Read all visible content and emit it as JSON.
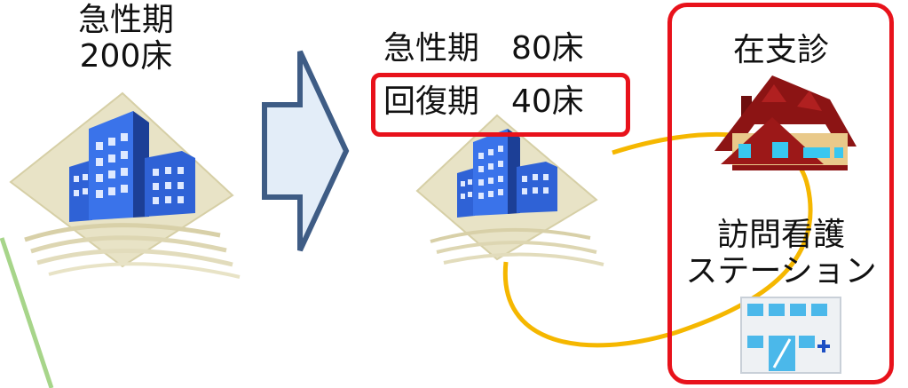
{
  "before": {
    "line1": "急性期",
    "line2": "200床"
  },
  "after": {
    "acute": "急性期　80床",
    "recovery": "回復期　40床"
  },
  "community": {
    "clinic": "在支診",
    "nursing_line1": "訪問看護",
    "nursing_line2": "ステーション"
  },
  "icons": [
    "hospital-building-icon",
    "hospital-building-icon",
    "house-icon",
    "clinic-building-icon",
    "right-arrow-icon"
  ],
  "colors": {
    "highlight_border": "#e8121b",
    "link_curve": "#f5b700",
    "arrow_fill": "#e3edf8",
    "arrow_stroke": "#3e5c85",
    "house_roof": "#8c1414",
    "building_blue": "#2f62d6",
    "diamond_bg": "#e8e3c6",
    "green_line": "#a7d58a"
  }
}
